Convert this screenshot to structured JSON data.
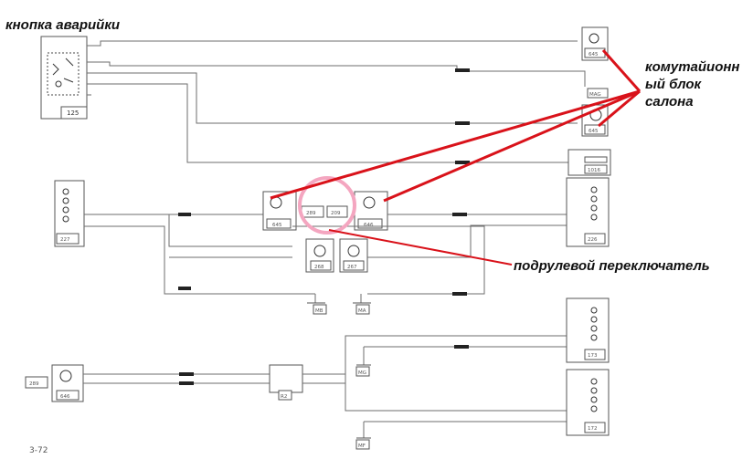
{
  "annotations": {
    "hazard_button": "кнопка аварийки",
    "comm_unit": [
      "комутайионн",
      "ый блок",
      "салона"
    ],
    "steering_switch": "подрулевой переключатель"
  },
  "page_number": "3-72",
  "components": {
    "c125": "125",
    "c645a": "645",
    "c645b": "645",
    "c1016": "1016",
    "c227": "227",
    "c226": "226",
    "c645c": "645",
    "c289a": "289",
    "c209": "209",
    "c646": "646",
    "c268": "268",
    "c267": "267",
    "c173": "173",
    "c172": "172",
    "c289b": "289",
    "c646b": "646",
    "r2": "R2",
    "mag": "MAG",
    "mb": "MB",
    "ma": "MA",
    "mg": "MG",
    "mf": "MF"
  },
  "colors": {
    "annotation_red": "#d9121a",
    "highlight_pink": "#f4a6c0",
    "wire": "#6e6e6e"
  }
}
